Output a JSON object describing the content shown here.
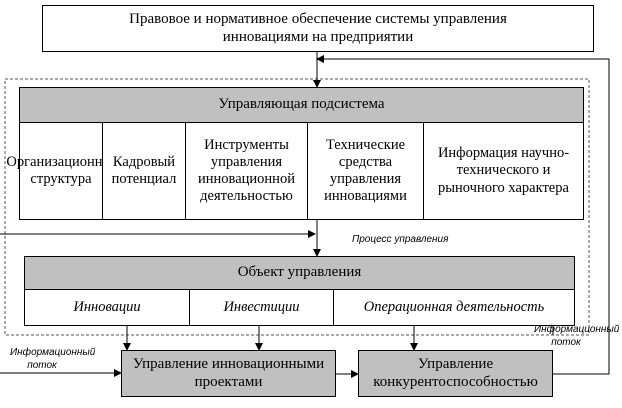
{
  "top_box": "Правовое и нормативное обеспечение системы управления инновациями на предприятии",
  "control_subsystem": {
    "title": "Управляющая подсистема",
    "items": [
      "Организационная структура",
      "Кадровый потенциал",
      "Инструменты управления инновационной деятельностью",
      "Технические средства управления инновациями",
      "Информация научно-технического и рыночного характера"
    ]
  },
  "control_process_label": "Процесс управления",
  "control_object": {
    "title": "Объект управления",
    "items": [
      "Инновации",
      "Инвестиции",
      "Операционная деятельность"
    ]
  },
  "info_flow_left": "Информационный поток",
  "info_flow_right": "Информационный поток",
  "bottom_boxes": {
    "projects": "Управление инновационными проектами",
    "competitiveness": "Управление конкурентоспособностью"
  }
}
